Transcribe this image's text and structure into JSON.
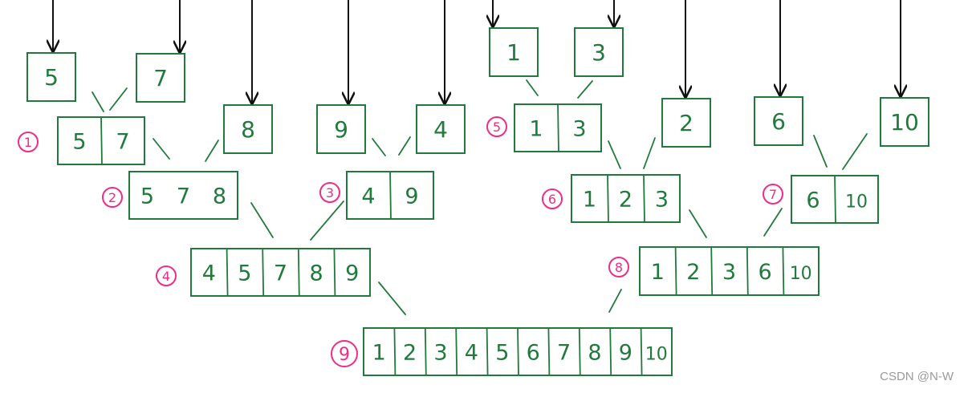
{
  "colors": {
    "box_stroke": "#217a3c",
    "text": "#217a3c",
    "step_label": "#ee2e86",
    "arrow": "#111111",
    "connector": "#217a3c"
  },
  "inputs": [
    "5",
    "7",
    "8",
    "9",
    "4",
    "1",
    "3",
    "2",
    "6",
    "10"
  ],
  "merges": [
    {
      "step": "1",
      "cells": [
        "5",
        "7"
      ]
    },
    {
      "step": "2",
      "cells": [
        "5",
        "7",
        "8"
      ]
    },
    {
      "step": "3",
      "cells": [
        "4",
        "9"
      ]
    },
    {
      "step": "4",
      "cells": [
        "4",
        "5",
        "7",
        "8",
        "9"
      ]
    },
    {
      "step": "5",
      "cells": [
        "1",
        "3"
      ]
    },
    {
      "step": "6",
      "cells": [
        "1",
        "2",
        "3"
      ]
    },
    {
      "step": "7",
      "cells": [
        "6",
        "10"
      ]
    },
    {
      "step": "8",
      "cells": [
        "1",
        "2",
        "3",
        "6",
        "10"
      ]
    },
    {
      "step": "9",
      "cells": [
        "1",
        "2",
        "3",
        "4",
        "5",
        "6",
        "7",
        "8",
        "9",
        "10"
      ]
    }
  ],
  "watermark": "CSDN @N-W"
}
